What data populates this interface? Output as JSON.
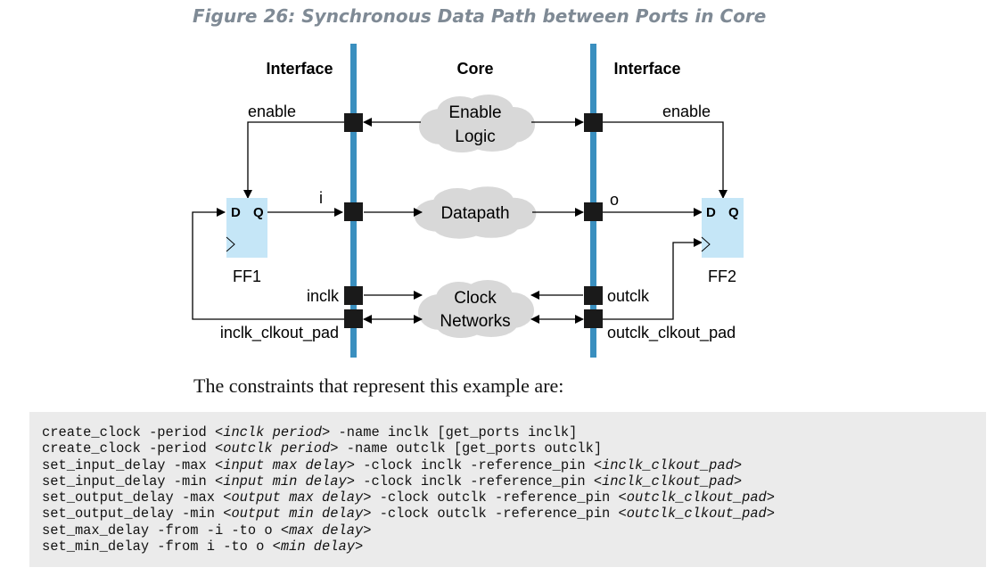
{
  "caption": "Figure 26: Synchronous Data Path between Ports in Core",
  "diagram": {
    "headers": {
      "left": "Interface",
      "center": "Core",
      "right": "Interface"
    },
    "clouds": {
      "enable": [
        "Enable",
        "Logic"
      ],
      "datapath": [
        "Datapath"
      ],
      "clock": [
        "Clock",
        "Networks"
      ]
    },
    "flipflops": {
      "ff1": {
        "name": "FF1",
        "d": "D",
        "q": "Q"
      },
      "ff2": {
        "name": "FF2",
        "d": "D",
        "q": "Q"
      }
    },
    "signals": {
      "enable_left": "enable",
      "enable_right": "enable",
      "i": "i",
      "o": "o",
      "inclk": "inclk",
      "outclk": "outclk",
      "inclk_pad": "inclk_clkout_pad",
      "outclk_pad": "outclk_clkout_pad"
    },
    "colors": {
      "bus": "#3a8fbf",
      "ff_fill": "#c5e6f7",
      "cloud": "#d8d8d8",
      "port": "#1a1a1a"
    }
  },
  "intro": "The constraints that represent this example are:",
  "code": [
    [
      {
        "t": "create_clock -period <"
      },
      {
        "t": "inclk period",
        "i": true
      },
      {
        "t": "> -name inclk [get_ports inclk]"
      }
    ],
    [
      {
        "t": "create_clock -period <"
      },
      {
        "t": "outclk period",
        "i": true
      },
      {
        "t": "> -name outclk [get_ports outclk]"
      }
    ],
    [
      {
        "t": "set_input_delay -max <"
      },
      {
        "t": "input max delay",
        "i": true
      },
      {
        "t": "> -clock inclk -reference_pin <"
      },
      {
        "t": "inclk_clkout_pad",
        "i": true
      },
      {
        "t": ">"
      }
    ],
    [
      {
        "t": "set_input_delay -min <"
      },
      {
        "t": "input min delay",
        "i": true
      },
      {
        "t": "> -clock inclk -reference_pin <"
      },
      {
        "t": "inclk_clkout_pad",
        "i": true
      },
      {
        "t": ">"
      }
    ],
    [
      {
        "t": "set_output_delay -max <"
      },
      {
        "t": "output max delay",
        "i": true
      },
      {
        "t": "> -clock outclk -reference_pin <"
      },
      {
        "t": "outclk_clkout_pad",
        "i": true
      },
      {
        "t": ">"
      }
    ],
    [
      {
        "t": "set_output_delay -min <"
      },
      {
        "t": "output min delay",
        "i": true
      },
      {
        "t": "> -clock outclk -reference_pin <"
      },
      {
        "t": "outclk_clkout_pad",
        "i": true
      },
      {
        "t": ">"
      }
    ],
    [
      {
        "t": "set_max_delay -from -i -to o <"
      },
      {
        "t": "max delay",
        "i": true
      },
      {
        "t": ">"
      }
    ],
    [
      {
        "t": "set_min_delay -from i -to o <"
      },
      {
        "t": "min delay",
        "i": true
      },
      {
        "t": ">"
      }
    ]
  ]
}
